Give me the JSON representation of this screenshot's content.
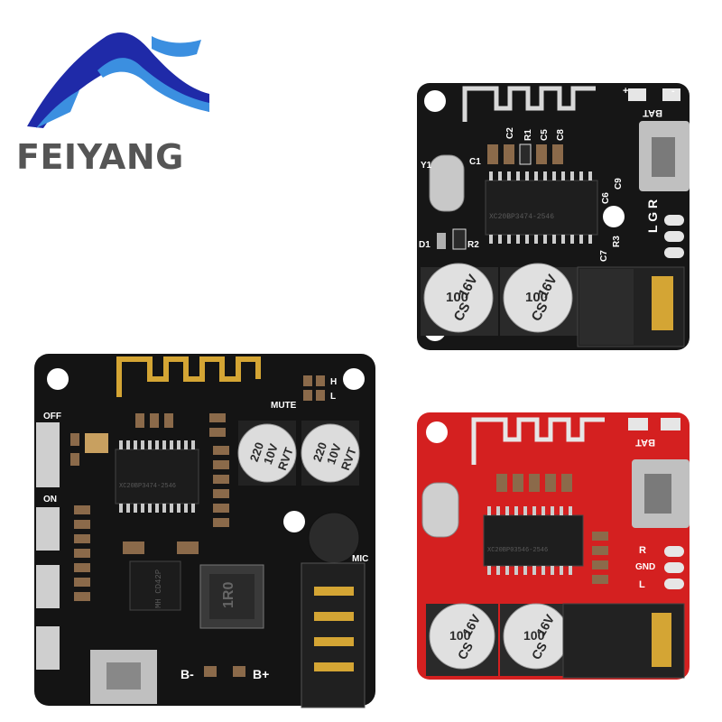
{
  "brand": {
    "name": "FEIYANG",
    "colors": {
      "wing_dark": "#1f2aa8",
      "wing_light": "#3b8fe0",
      "text": "#555555"
    }
  },
  "boards": {
    "black_large": {
      "silkscreen": {
        "off": "OFF",
        "on": "ON",
        "mute": "MUTE",
        "h": "H",
        "l": "L",
        "mic": "MIC",
        "b_minus": "B-",
        "b_plus": "B+",
        "ic_label": "XC20BP3474-2546",
        "chip_label": "MH CD42P",
        "inductor": "1R0"
      },
      "capacitors": [
        {
          "line1": "220",
          "line2": "10V",
          "line3": "RVT"
        },
        {
          "line1": "220",
          "line2": "10V",
          "line3": "RVT"
        }
      ]
    },
    "black_small": {
      "silkscreen": {
        "bat": "BAT",
        "plus": "+",
        "minus": "-",
        "c2": "C2",
        "r1": "R1",
        "c5": "C5",
        "c8": "C8",
        "y1": "Y1",
        "c1": "C1",
        "c6": "C6",
        "c9": "C9",
        "d1": "D1",
        "r2": "R2",
        "r3": "R3",
        "c7": "C7",
        "lgr": "L G R",
        "ic_label": "XC20BP3474-2546"
      },
      "capacitors": [
        {
          "line1": "CS",
          "line2": "100",
          "line3": "16V"
        },
        {
          "line1": "CS",
          "line2": "100",
          "line3": "16V"
        }
      ]
    },
    "red": {
      "silkscreen": {
        "bat": "BAT",
        "r": "R",
        "gnd": "GND",
        "l": "L",
        "ic_label": "XC20BP03546-2546"
      },
      "capacitors": [
        {
          "line1": "CS",
          "line2": "100",
          "line3": "16V"
        },
        {
          "line1": "CS",
          "line2": "100",
          "line3": "16V"
        }
      ]
    }
  }
}
